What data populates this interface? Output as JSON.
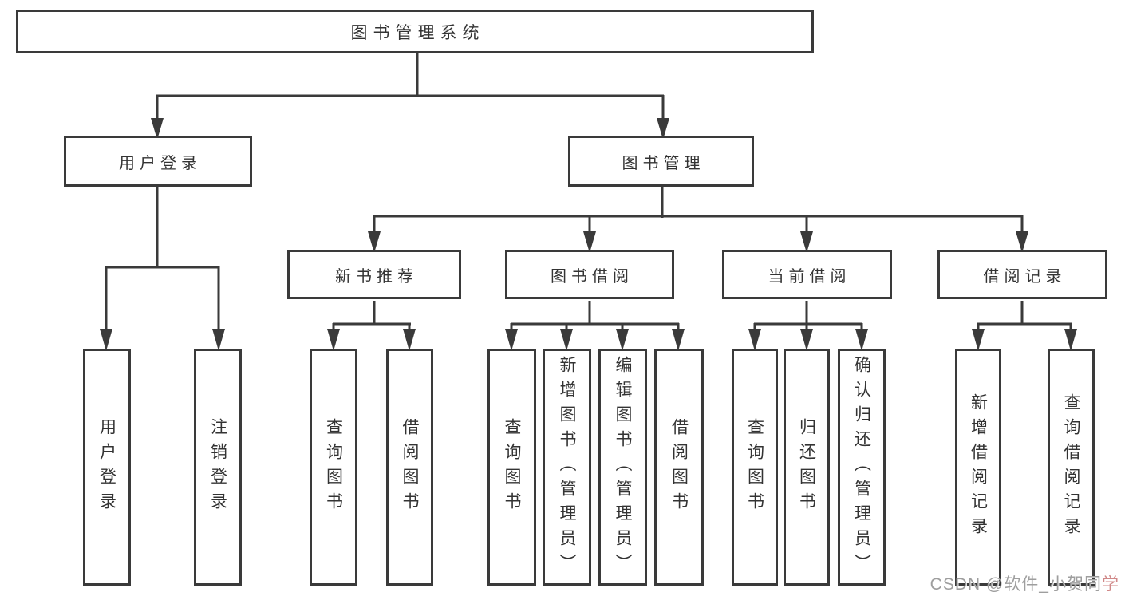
{
  "tree": {
    "label": "图书管理系统",
    "children": [
      {
        "label": "用户登录",
        "children": [
          {
            "label": "用户登录"
          },
          {
            "label": "注销登录"
          }
        ]
      },
      {
        "label": "图书管理",
        "children": [
          {
            "label": "新书推荐",
            "children": [
              {
                "label": "查询图书"
              },
              {
                "label": "借阅图书"
              }
            ]
          },
          {
            "label": "图书借阅",
            "children": [
              {
                "label": "查询图书"
              },
              {
                "label": "新增图书（管理员）"
              },
              {
                "label": "编辑图书（管理员）"
              },
              {
                "label": "借阅图书"
              }
            ]
          },
          {
            "label": "当前借阅",
            "children": [
              {
                "label": "查询图书"
              },
              {
                "label": "归还图书"
              },
              {
                "label": "确认归还（管理员）"
              }
            ]
          },
          {
            "label": "借阅记录",
            "children": [
              {
                "label": "新增借阅记录"
              },
              {
                "label": "查询借阅记录"
              }
            ]
          }
        ]
      }
    ]
  },
  "watermark": {
    "prefix": "CSDN @软件_小贺同",
    "suffix": "学"
  },
  "colors": {
    "line": "#3a3a3a",
    "text": "#333333",
    "background": "#ffffff",
    "watermark": "#9e9e9e",
    "watermark_accent": "#d08888"
  }
}
